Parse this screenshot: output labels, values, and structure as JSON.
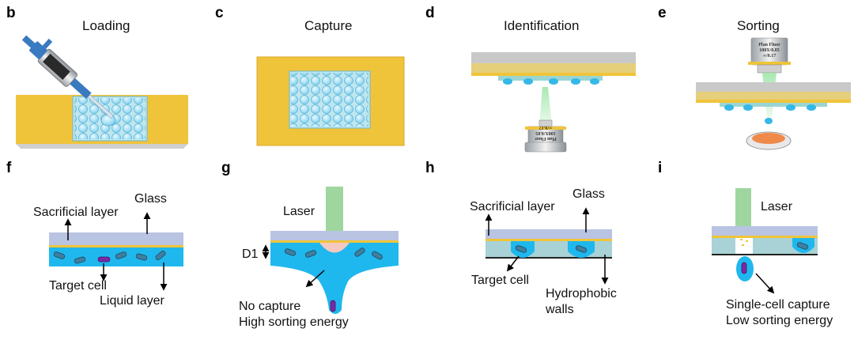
{
  "panels": {
    "b": {
      "letter": "b",
      "title": "Loading"
    },
    "c": {
      "letter": "c",
      "title": "Capture"
    },
    "d": {
      "letter": "d",
      "title": "Identification",
      "objective": [
        "Plan Fluor",
        "100X/0.85",
        "∞/0.17"
      ]
    },
    "e": {
      "letter": "e",
      "title": "Sorting",
      "objective": [
        "Plan Fluor",
        "100X/0.85",
        "∞/0.17"
      ]
    },
    "f": {
      "letter": "f",
      "labels": {
        "sacrificial": "Sacrificial layer",
        "glass": "Glass",
        "target": "Target cell",
        "liquid": "Liquid layer"
      }
    },
    "g": {
      "letter": "g",
      "labels": {
        "laser": "Laser",
        "d1": "D1",
        "line1": "No capture",
        "line2": "High sorting energy"
      }
    },
    "h": {
      "letter": "h",
      "labels": {
        "sacrificial": "Sacrificial layer",
        "glass": "Glass",
        "target": "Target cell",
        "walls1": "Hydrophobic",
        "walls2": "walls"
      }
    },
    "i": {
      "letter": "i",
      "labels": {
        "laser": "Laser",
        "line1": "Single-cell capture",
        "line2": "Low sorting energy"
      }
    }
  },
  "colors": {
    "yellow": "#f0c43a",
    "glass": "#b9c3e2",
    "liquid": "#1fb8ee",
    "teal": "#a8d2d6",
    "laser": "#9fd69f",
    "target": "#7a2aa6",
    "cell": "#3e7fa0",
    "steel": "#3a7ac0"
  }
}
